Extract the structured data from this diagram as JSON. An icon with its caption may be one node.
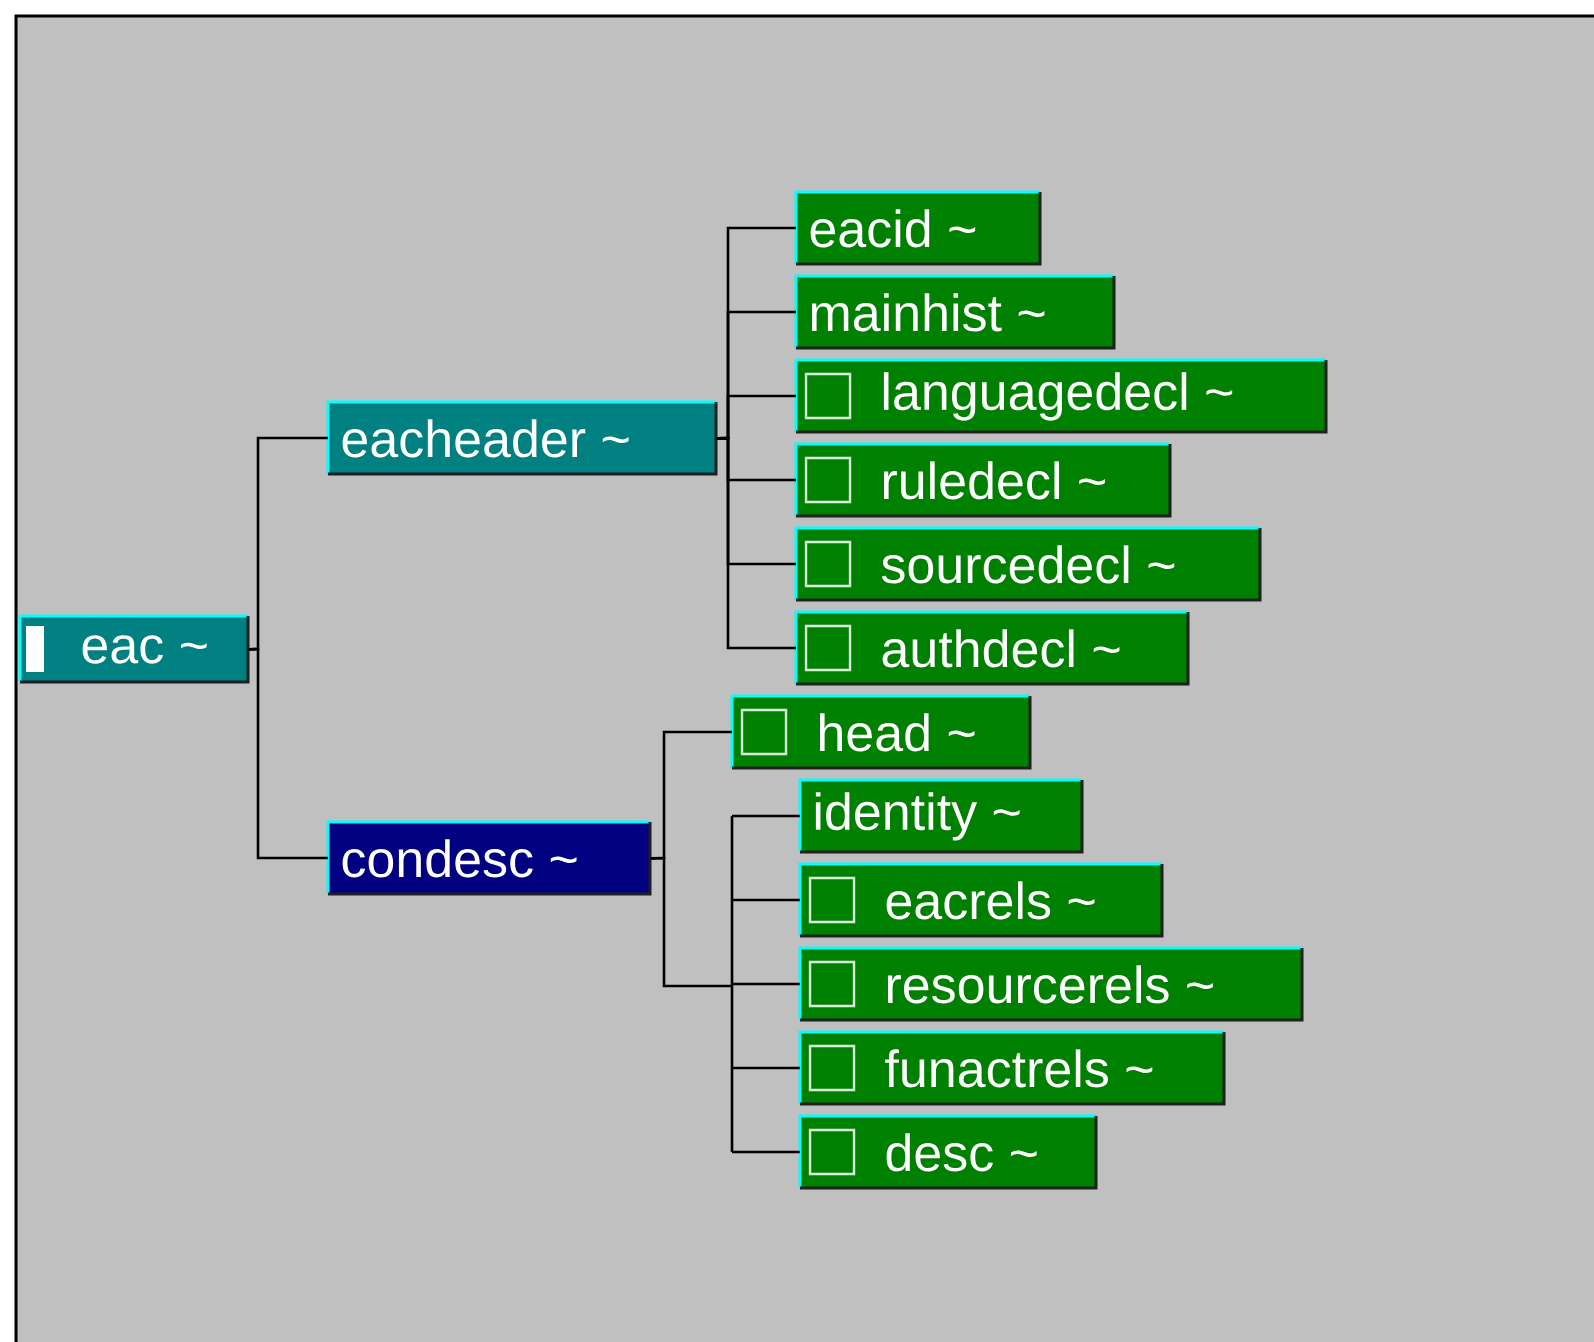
{
  "diagram": {
    "nodes": [
      {
        "text": [
          "eac ~"
        ]
      },
      {
        "text": [
          "eacheader ~"
        ]
      },
      {
        "text": [
          "condesc ~"
        ]
      },
      {
        "text": [
          "eacid ~"
        ]
      },
      {
        "text": [
          "mainhist ~"
        ]
      },
      {
        "text": [
          "languagedecl ~"
        ]
      },
      {
        "text": [
          "ruledecl ~"
        ]
      },
      {
        "text": [
          "sourcedecl ~"
        ]
      },
      {
        "text": [
          "authdecl ~"
        ]
      },
      {
        "text": [
          "head ~"
        ]
      },
      {
        "text": [
          "identity ~"
        ]
      },
      {
        "text": [
          "eacrels ~"
        ]
      },
      {
        "text": [
          "resourcerels ~"
        ]
      },
      {
        "text": [
          "funactrels ~"
        ]
      },
      {
        "text": [
          "desc ~"
        ]
      }
    ],
    "edges": [
      {
        "from": 0,
        "to": 1,
        "arrow": "none"
      },
      {
        "from": 0,
        "to": 2,
        "arrow": "none"
      },
      {
        "from": 1,
        "to": 3,
        "arrow": "none"
      },
      {
        "from": 1,
        "to": 4,
        "arrow": "none"
      },
      {
        "from": 1,
        "to": 5,
        "arrow": "none"
      },
      {
        "from": 1,
        "to": 6,
        "arrow": "none"
      },
      {
        "from": 1,
        "to": 7,
        "arrow": "none"
      },
      {
        "from": 1,
        "to": 8,
        "arrow": "none"
      },
      {
        "from": 2,
        "to": 9,
        "arrow": "none"
      },
      {
        "from": 2,
        "to": 10,
        "arrow": "none"
      },
      {
        "from": 2,
        "to": 11,
        "arrow": "none"
      },
      {
        "from": 2,
        "to": 12,
        "arrow": "none"
      },
      {
        "from": 2,
        "to": 13,
        "arrow": "none"
      },
      {
        "from": 2,
        "to": 14,
        "arrow": "none"
      }
    ]
  }
}
